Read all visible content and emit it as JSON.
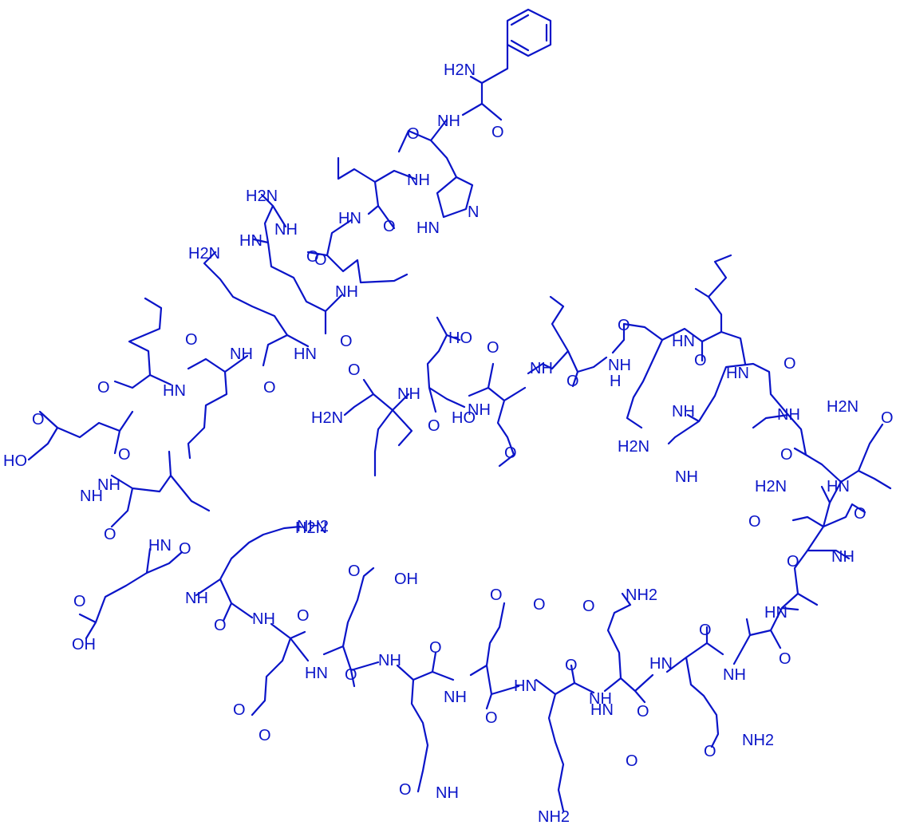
{
  "colors": {
    "structure": "#0a14c8",
    "background": "#ffffff"
  },
  "labels": [
    "H2N",
    "NH",
    "O",
    "O",
    "NH",
    "O",
    "HN",
    "N",
    "HN",
    "O",
    "H2N",
    "NH",
    "HN",
    "O",
    "H2N",
    "NH",
    "O",
    "HN",
    "O",
    "NH",
    "O",
    "HN",
    "O",
    "H2N",
    "O",
    "NH",
    "O",
    "HO",
    "O",
    "NH",
    "HO",
    "O",
    "NH",
    "H",
    "O",
    "NH",
    "O",
    "HN",
    "O",
    "HN",
    "NH",
    "H2N",
    "NH",
    "H2N",
    "O",
    "NH",
    "O",
    "O",
    "HN",
    "O",
    "H2N",
    "NH",
    "O",
    "O",
    "HN",
    "NH",
    "O",
    "HN",
    "O",
    "NH2",
    "O",
    "HN",
    "O",
    "NH",
    "O",
    "HO",
    "NH",
    "O",
    "HN",
    "O",
    "O",
    "NH",
    "O",
    "NH2",
    "O",
    "OH",
    "NH",
    "O",
    "O",
    "HN",
    "O",
    "NH",
    "O",
    "O",
    "OH",
    "NH",
    "O",
    "O",
    "NH2",
    "O",
    "O",
    "HN",
    "O",
    "NH",
    "O",
    "NH",
    "O",
    "O",
    "NH2",
    "H2N",
    "H2N",
    "NH2"
  ]
}
